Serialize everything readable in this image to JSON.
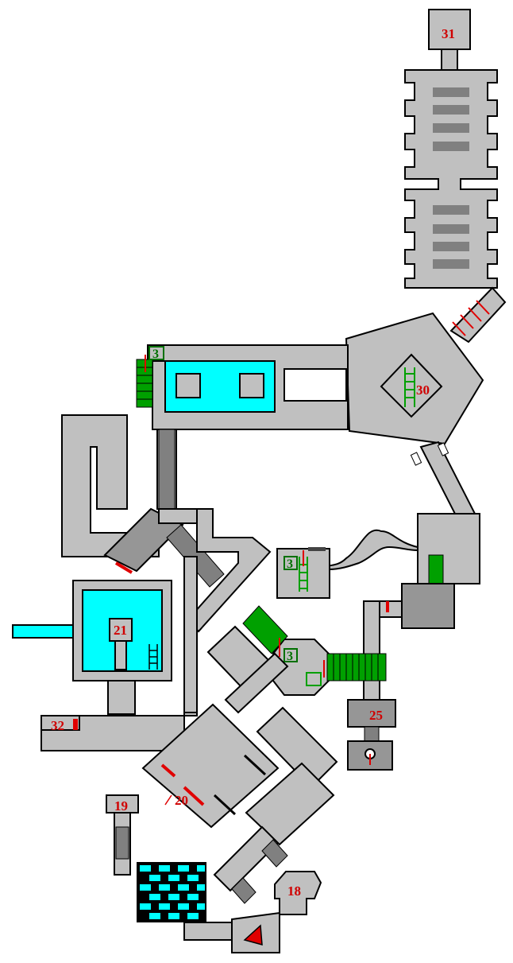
{
  "map": {
    "room_labels": {
      "r31": "31",
      "r30": "30",
      "r21": "21",
      "r25": "25",
      "r32": "32",
      "r19": "19",
      "r20": "20",
      "r18": "18"
    },
    "floor_markers": {
      "m1": "3",
      "m2": "3",
      "m3": "3"
    },
    "colors": {
      "floor": "#c0c0c0",
      "dark_floor": "#969696",
      "water": "#00ffff",
      "stairs": "#00a000",
      "doors": "#e00000",
      "labels": "#d00000",
      "markers": "#007000"
    },
    "icons": [
      "ladder-icon",
      "stairs-icon",
      "door-icon",
      "arrow-up-icon",
      "arrow-down-icon",
      "triangle-icon",
      "checker-floor-icon"
    ]
  }
}
